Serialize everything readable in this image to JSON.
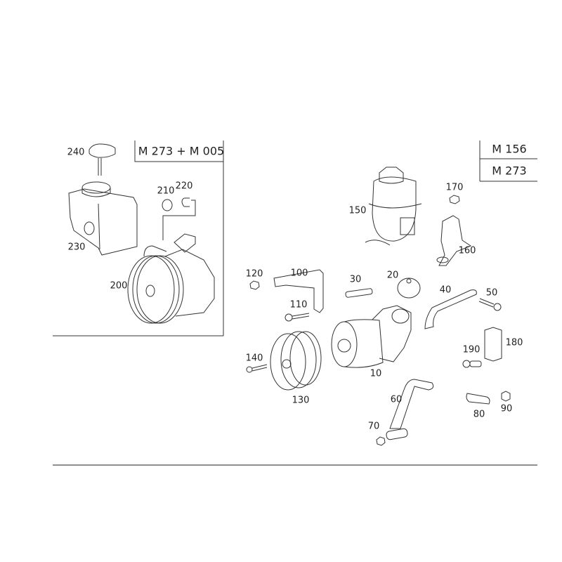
{
  "variant_boxes": {
    "left": "M 273 + M 005",
    "right": [
      "M 156",
      "M 273"
    ]
  },
  "parts": {
    "p10": "10",
    "p20": "20",
    "p30": "30",
    "p40": "40",
    "p50": "50",
    "p60": "60",
    "p70": "70",
    "p80": "80",
    "p90": "90",
    "p100": "100",
    "p110": "110",
    "p120": "120",
    "p130": "130",
    "p140": "140",
    "p150": "150",
    "p160": "160",
    "p170": "170",
    "p180": "180",
    "p190": "190",
    "p200": "200",
    "p210": "210",
    "p220": "220",
    "p230": "230",
    "p240": "240"
  }
}
